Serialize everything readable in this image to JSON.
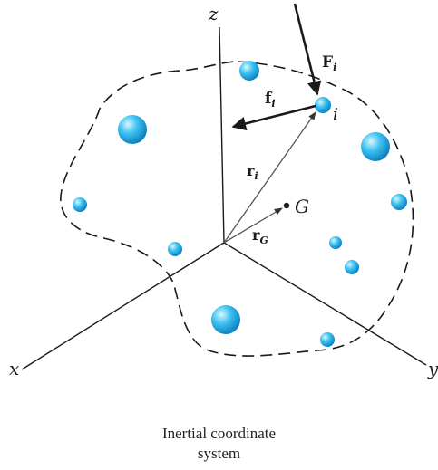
{
  "labels": {
    "z": "z",
    "x": "x",
    "y": "y",
    "F_i": "F",
    "F_i_sub": "i",
    "f_i": "f",
    "f_i_sub": "i",
    "r_i": "r",
    "r_i_sub": "i",
    "r_G": "r",
    "r_G_sub": "G",
    "G": "G",
    "i": "i"
  },
  "caption": {
    "line1": "Inertial coordinate",
    "line2": "system"
  },
  "colors": {
    "particle_light": "#d9f6ff",
    "particle_mid": "#3fc3f2",
    "particle_dark": "#0e7fc0",
    "ink": "#1a1a1a",
    "vector_gray": "#555555"
  }
}
